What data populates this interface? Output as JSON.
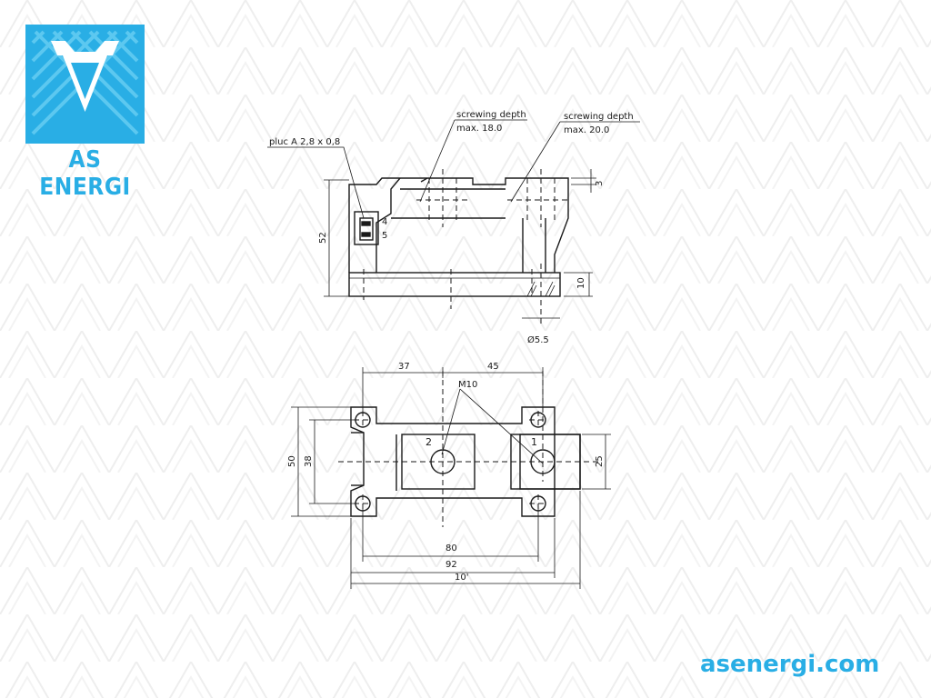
{
  "brand": {
    "name": "AS ENERGI",
    "website": "asenergi.com",
    "accent_color": "#29aee5",
    "logo_icon": "as-energi-logo-icon"
  },
  "side_view": {
    "plug_label": "pluc A 2,8 x 0,8",
    "pin_4": "4",
    "pin_5": "5",
    "height_dim": "52",
    "screw_depth_left": {
      "line1": "screwing depth",
      "line2": "max. 18.0"
    },
    "screw_depth_right": {
      "line1": "screwing depth",
      "line2": "max. 20.0"
    },
    "top_dim": "3",
    "base_dim": "10",
    "hole_dim": "Ø5.5"
  },
  "top_view": {
    "dim_37": "37",
    "dim_45": "45",
    "thread_label": "M10",
    "terminal_2": "2",
    "terminal_1": "1",
    "dim_50": "50",
    "dim_38": "38",
    "dim_25": "25",
    "dim_80": "80",
    "dim_92": "92",
    "dim_101": "10'"
  }
}
